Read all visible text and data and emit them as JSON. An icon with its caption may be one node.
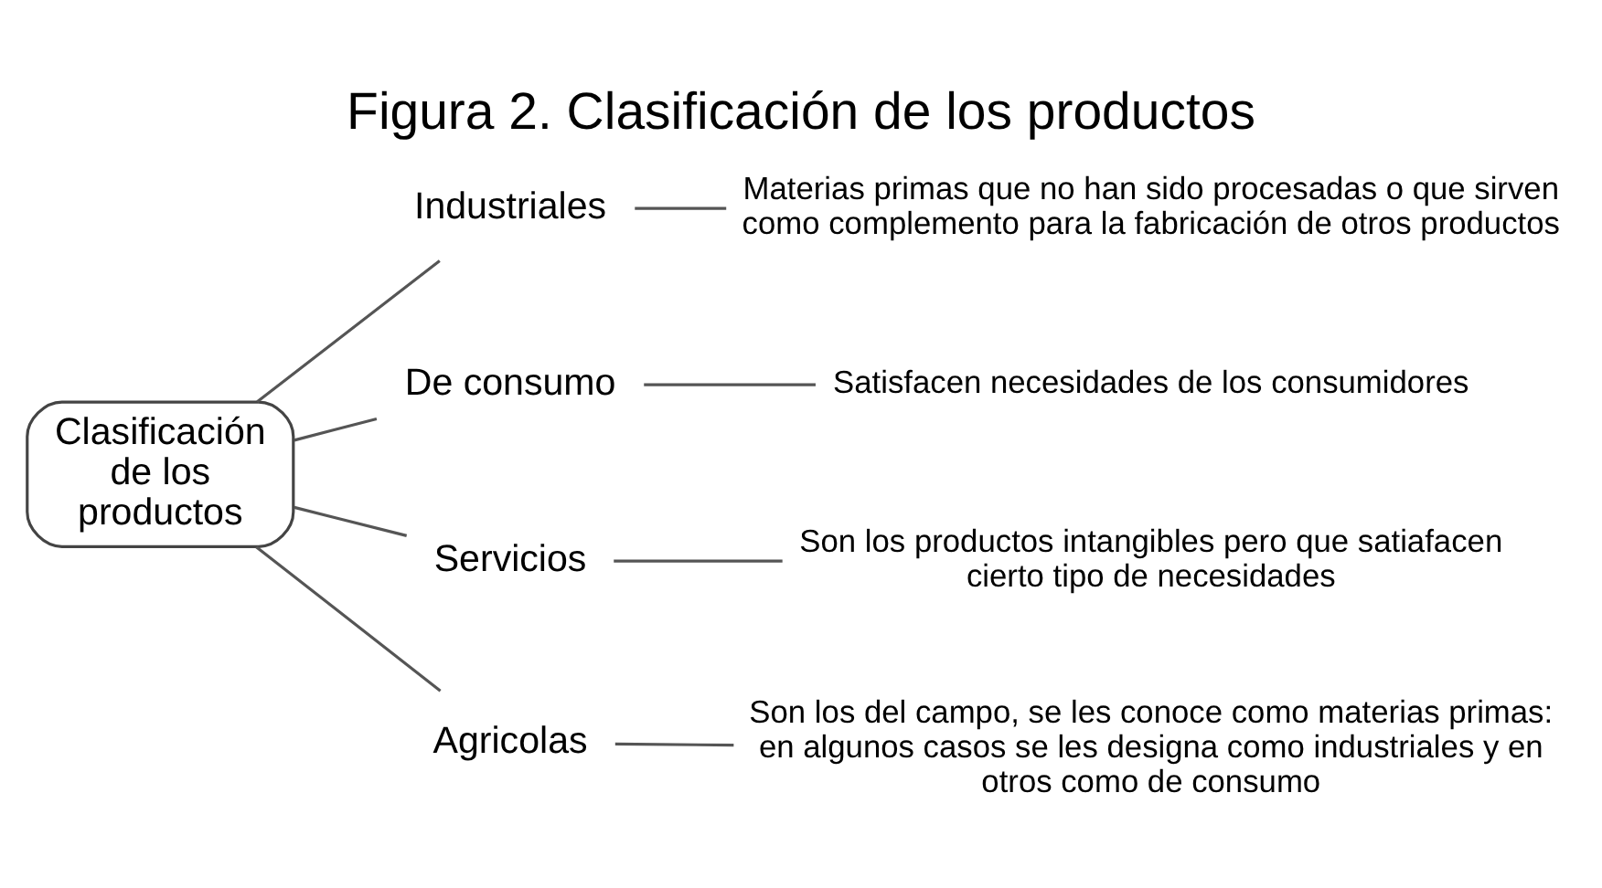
{
  "diagram": {
    "title": "Figura 2. Clasificación de los productos",
    "nodes": [
      {
        "text": [
          "Clasificación de los productos"
        ]
      },
      {
        "text": [
          "Industriales"
        ]
      },
      {
        "text": [
          "De consumo"
        ]
      },
      {
        "text": [
          "Servicios"
        ]
      },
      {
        "text": [
          "Agricolas"
        ]
      },
      {
        "text": [
          "Materias primas que no han sido procesadas o que sirven como complemento para la fabricación de otros productos"
        ]
      },
      {
        "text": [
          "Satisfacen necesidades de los consumidores"
        ]
      },
      {
        "text": [
          "Son los productos intangibles pero que satiafacen cierto tipo de necesidades"
        ]
      },
      {
        "text": [
          "Son los del campo, se les conoce como materias primas: en algunos casos se les designa como industriales y en otros como de consumo"
        ]
      }
    ],
    "edges": [
      {
        "from": 0,
        "to": 1,
        "arrow": "none"
      },
      {
        "from": 0,
        "to": 2,
        "arrow": "none"
      },
      {
        "from": 0,
        "to": 3,
        "arrow": "none"
      },
      {
        "from": 0,
        "to": 4,
        "arrow": "none"
      },
      {
        "from": 1,
        "to": 5,
        "arrow": "none"
      },
      {
        "from": 2,
        "to": 6,
        "arrow": "none"
      },
      {
        "from": 3,
        "to": 7,
        "arrow": "none"
      },
      {
        "from": 4,
        "to": 8,
        "arrow": "none"
      }
    ]
  }
}
